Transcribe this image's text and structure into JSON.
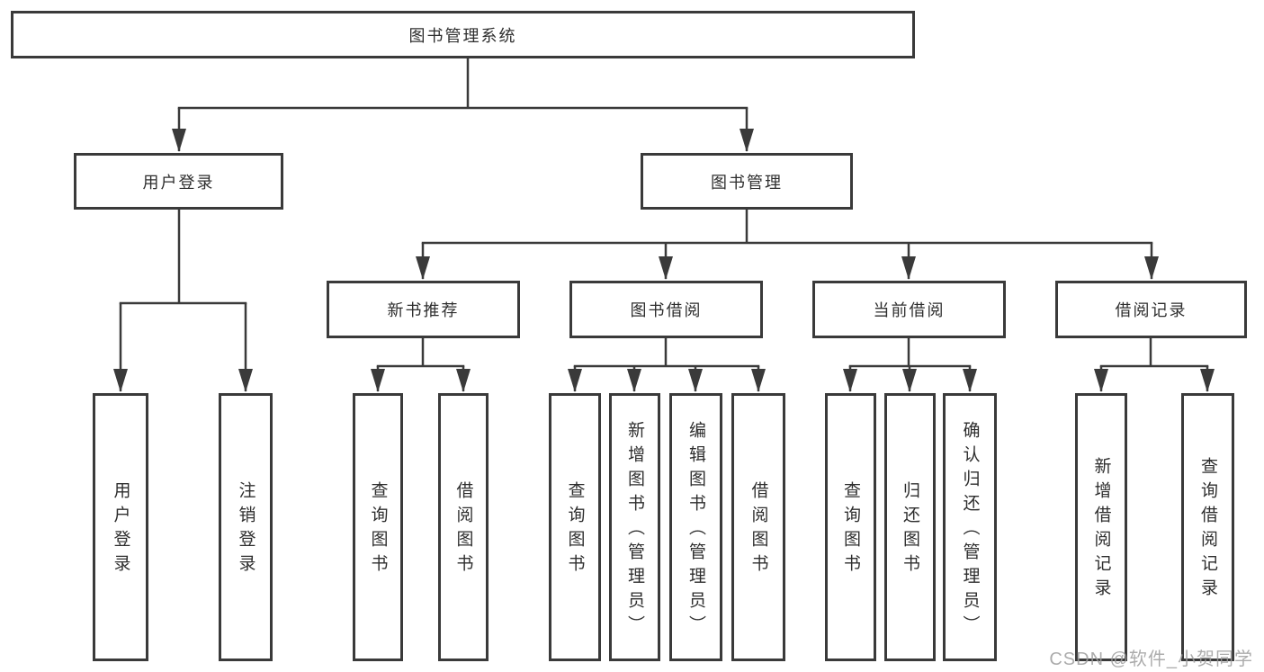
{
  "tree": {
    "root": {
      "label": "图书管理系统",
      "children": [
        {
          "label": "用户登录",
          "children": [
            {
              "label": "用户登录"
            },
            {
              "label": "注销登录"
            }
          ]
        },
        {
          "label": "图书管理",
          "children": [
            {
              "label": "新书推荐",
              "children": [
                {
                  "label": "查询图书"
                },
                {
                  "label": "借阅图书"
                }
              ]
            },
            {
              "label": "图书借阅",
              "children": [
                {
                  "label": "查询图书"
                },
                {
                  "label": "新增图书（管理员）"
                },
                {
                  "label": "编辑图书（管理员）"
                },
                {
                  "label": "借阅图书"
                }
              ]
            },
            {
              "label": "当前借阅",
              "children": [
                {
                  "label": "查询图书"
                },
                {
                  "label": "归还图书"
                },
                {
                  "label": "确认归还（管理员）"
                }
              ]
            },
            {
              "label": "借阅记录",
              "children": [
                {
                  "label": "新增借阅记录"
                },
                {
                  "label": "查询借阅记录"
                }
              ]
            }
          ]
        }
      ]
    }
  },
  "watermark": {
    "text": "CSDN @软件_小贺同学"
  },
  "colors": {
    "line": "#3a3a3a",
    "node_border": "#3a3a3a",
    "text": "#2e2e2e",
    "watermark": "#9e9e9e",
    "background": "#ffffff"
  }
}
